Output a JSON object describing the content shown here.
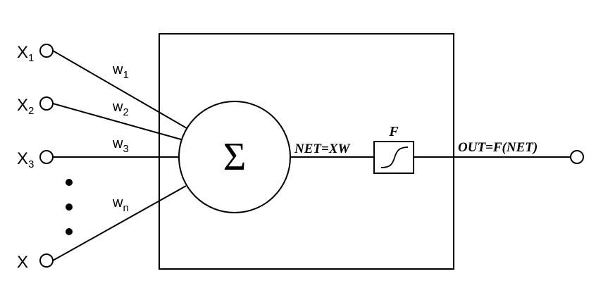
{
  "inputs": [
    {
      "letter": "X",
      "subscript": "1",
      "weight": "w",
      "weight_subscript": "1"
    },
    {
      "letter": "X",
      "subscript": "2",
      "weight": "w",
      "weight_subscript": "2"
    },
    {
      "letter": "X",
      "subscript": "3",
      "weight": "w",
      "weight_subscript": "3"
    },
    {
      "letter": "X",
      "subscript": "",
      "weight": "w",
      "weight_subscript": "n"
    }
  ],
  "summation": {
    "symbol": "Σ"
  },
  "net_label": "NET=XW",
  "activation": {
    "label": "F"
  },
  "output_label": "OUT=F(NET)",
  "colors": {
    "stroke": "#000000",
    "background": "#ffffff"
  }
}
